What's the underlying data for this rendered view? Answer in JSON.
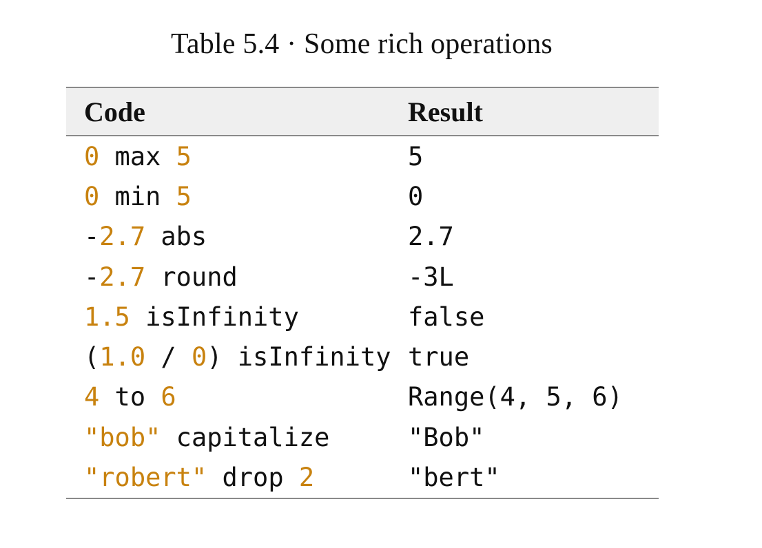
{
  "caption": "Table 5.4 · Some rich operations",
  "header": {
    "code": "Code",
    "result": "Result"
  },
  "colors": {
    "literal": "#c8820f",
    "text": "#111111",
    "header_bg": "#efefef",
    "rule": "#8a8a8a"
  },
  "rows": [
    {
      "code_parts": [
        {
          "text": "0",
          "literal": true
        },
        {
          "text": " max ",
          "literal": false
        },
        {
          "text": "5",
          "literal": true
        }
      ],
      "result": "5"
    },
    {
      "code_parts": [
        {
          "text": "0",
          "literal": true
        },
        {
          "text": " min ",
          "literal": false
        },
        {
          "text": "5",
          "literal": true
        }
      ],
      "result": "0"
    },
    {
      "code_parts": [
        {
          "text": "-",
          "literal": false
        },
        {
          "text": "2.7",
          "literal": true
        },
        {
          "text": " abs",
          "literal": false
        }
      ],
      "result": "2.7"
    },
    {
      "code_parts": [
        {
          "text": "-",
          "literal": false
        },
        {
          "text": "2.7",
          "literal": true
        },
        {
          "text": " round",
          "literal": false
        }
      ],
      "result": "-3L"
    },
    {
      "code_parts": [
        {
          "text": "1.5",
          "literal": true
        },
        {
          "text": " isInfinity",
          "literal": false
        }
      ],
      "result": "false"
    },
    {
      "code_parts": [
        {
          "text": "(",
          "literal": false
        },
        {
          "text": "1.0",
          "literal": true
        },
        {
          "text": " / ",
          "literal": false
        },
        {
          "text": "0",
          "literal": true
        },
        {
          "text": ") isInfinity",
          "literal": false
        }
      ],
      "result": "true"
    },
    {
      "code_parts": [
        {
          "text": "4",
          "literal": true
        },
        {
          "text": " to ",
          "literal": false
        },
        {
          "text": "6",
          "literal": true
        }
      ],
      "result": "Range(4, 5, 6)"
    },
    {
      "code_parts": [
        {
          "text": "\"bob\"",
          "literal": true
        },
        {
          "text": " capitalize",
          "literal": false
        }
      ],
      "result": "\"Bob\""
    },
    {
      "code_parts": [
        {
          "text": "\"robert\"",
          "literal": true
        },
        {
          "text": " drop ",
          "literal": false
        },
        {
          "text": "2",
          "literal": true
        }
      ],
      "result": "\"bert\""
    }
  ]
}
